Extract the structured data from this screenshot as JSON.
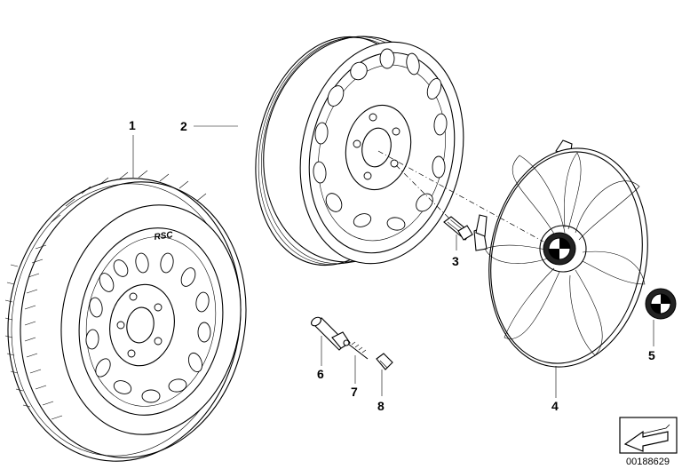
{
  "callouts": {
    "c1": "1",
    "c2": "2",
    "c3": "3",
    "c4": "4",
    "c5": "5",
    "c6": "6",
    "c7": "7",
    "c8": "8"
  },
  "tire_marking": "RSC",
  "part_number": "00188629",
  "icons": {
    "tire": "tire-with-rim",
    "rim": "steel-rim",
    "bolt": "wheel-bolt",
    "hubcap": "hub-cap",
    "emblem": "emblem-badge",
    "valve": "valve-stem",
    "valve_core": "valve-core",
    "valve_cap": "valve-cap",
    "corner": "reference-arrow-icon"
  }
}
